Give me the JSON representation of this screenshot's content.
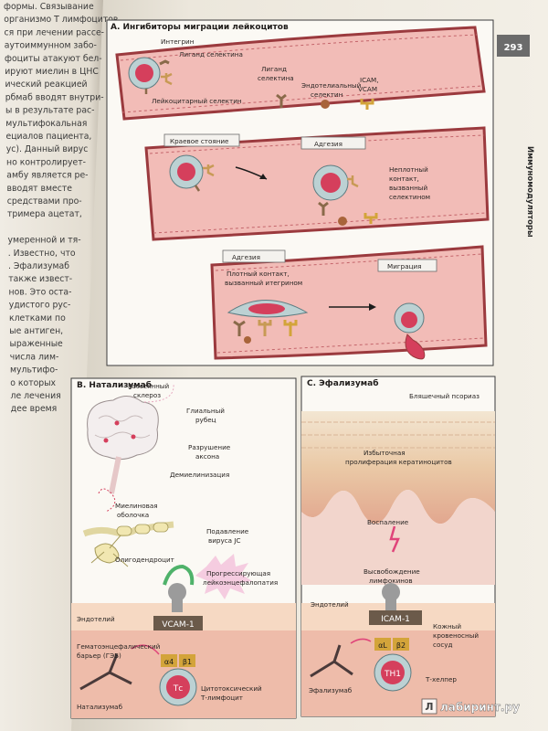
{
  "page_number": "293",
  "running_header": "Иммуномодуляторы",
  "left_page_lines": [
    "формы. Связывание",
    "организмо T лимфоцитов",
    "ся при лечении рассе-",
    "аутоиммунном забо-",
    "фоциты атакуют бел-",
    "ируют миелин в ЦНС",
    "ический реакцией",
    "рбмаб вводят внутри-",
    "ы в результате рас-",
    "мультифокальная",
    "ециалов пациента,",
    "ус). Данный вирус",
    "но контролирует-",
    "амбу является ре-",
    "вводят вместе",
    "средствами про-",
    "тримера ацетат,",
    "",
    "умеренной и тя-",
    ". Известно, что",
    ". Эфализумаб",
    "также извест-",
    "нов. Это оста-",
    "удистого рус-",
    "клетками по",
    "ые антиген,",
    "ыраженные",
    "числа лим-",
    "мультифо-",
    "о которых",
    "ле лечения",
    "дее время"
  ],
  "panel_a": {
    "title": "А. Ингибиторы миграции лейкоцитов",
    "labels": {
      "integrin": "Интегрин",
      "selectin_ligand": "Лиганд селектина",
      "selectin_ligand_2a": "Лиганд",
      "selectin_ligand_2b": "селектина",
      "leuk_selectin": "Лейкоцитарный селектин",
      "endo_selectin_a": "Эндотелиальный",
      "endo_selectin_b": "селектин",
      "icam": "ICAM,",
      "vcam": "VCAM",
      "rolling": "Краевое стояние",
      "adhesion": "Адгезия",
      "loose_1": "Неплотный",
      "loose_2": "контакт,",
      "loose_3": "вызванный",
      "loose_4": "селектином",
      "adhesion2": "Адгезия",
      "tight_1": "Плотный контакт,",
      "tight_2": "вызванный итегрином",
      "migration": "Миграция"
    }
  },
  "panel_b": {
    "title": "В. Натализумаб",
    "labels": {
      "ms_1": "Рассеянный",
      "ms_2": "склероз",
      "glial_1": "Глиальный",
      "glial_2": "рубец",
      "axon_1": "Разрушение",
      "axon_2": "аксона",
      "demyel": "Демиелинизация",
      "myelin_1": "Миелиновая",
      "myelin_2": "оболочка",
      "jc_1": "Подавление",
      "jc_2": "вируса JC",
      "oligo": "Олигодендроцит",
      "pml_1": "Прогрессирующая",
      "pml_2": "лейкоэнцефалопатия",
      "endothelium": "Эндотелий",
      "bbb_1": "Гематоэнцефалический",
      "bbb_2": "барьер (ГЭБ)",
      "vcam1": "VCAM-1",
      "alpha4": "α4",
      "beta1": "β1",
      "tc": "Тс",
      "ctl_1": "Цитотоксический",
      "ctl_2": "Т-лимфоцит",
      "drug": "Натализумаб"
    }
  },
  "panel_c": {
    "title": "С. Эфализумаб",
    "labels": {
      "psoriasis": "Бляшечный псориаз",
      "prolif_1": "Избыточная",
      "prolif_2": "пролиферация кератиноцитов",
      "inflammation": "Воспаление",
      "release_1": "Высвобождение",
      "release_2": "лимфокинов",
      "endothelium": "Эндотелий",
      "icam1": "ICAM-1",
      "alphaL": "αL",
      "beta2": "β2",
      "th1": "TH1",
      "skin_1": "Кожный",
      "skin_2": "кровеносный",
      "skin_3": "сосуд",
      "helper": "Т-хелпер",
      "drug": "Эфализумаб"
    }
  },
  "watermark": "лабиринт.ру",
  "colors": {
    "vessel": "#f2bcb7",
    "vessel_wall": "#9b3a3e",
    "leukocyte_outer": "#bcd1d3",
    "leukocyte_inner": "#d53f5c",
    "receptor_brown": "#8a6a4a",
    "receptor_tan": "#c89a55",
    "icam_gold": "#d3a43a"
  }
}
